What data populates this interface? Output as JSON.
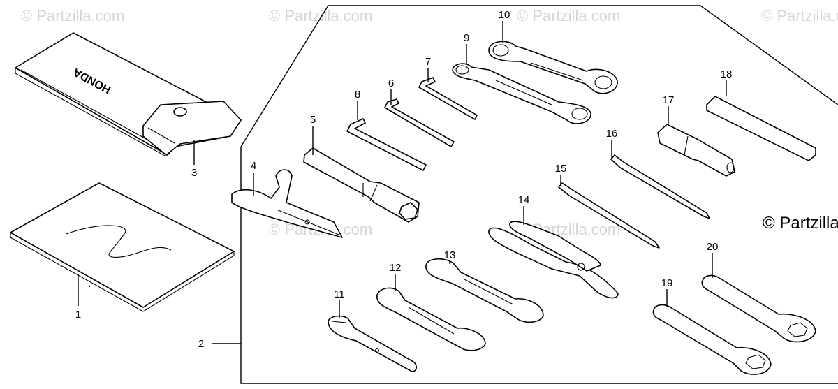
{
  "diagram": {
    "watermark": "© Partzilla.com",
    "watermark_side": "© Partzilla",
    "brand_on_pouch": "HONDA",
    "callouts": [
      "1",
      "2",
      "3",
      "4",
      "5",
      "6",
      "7",
      "8",
      "9",
      "10",
      "11",
      "12",
      "13",
      "14",
      "15",
      "16",
      "17",
      "18",
      "19",
      "20"
    ]
  }
}
